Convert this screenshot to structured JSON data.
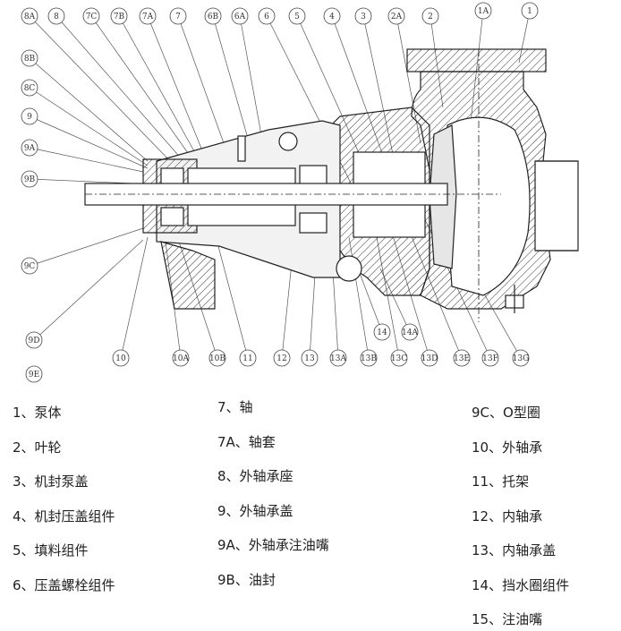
{
  "callouts": {
    "top": [
      "8A",
      "8",
      "7C",
      "7B",
      "7A",
      "7",
      "6B",
      "6A",
      "6",
      "5",
      "4",
      "3",
      "2A",
      "2",
      "1A",
      "1"
    ],
    "left": [
      "8B",
      "8C",
      "9",
      "9A",
      "9B",
      "9C",
      "9D",
      "9E"
    ],
    "bottom": [
      "10",
      "10A",
      "10B",
      "11",
      "12",
      "13",
      "13A",
      "13B",
      "13C",
      "13D",
      "13E",
      "13F",
      "13G",
      "14",
      "14A"
    ]
  },
  "legend": {
    "col1": [
      "1、泵体",
      "2、叶轮",
      "3、机封泵盖",
      "4、机封压盖组件",
      "5、填料组件",
      "6、压盖螺栓组件"
    ],
    "col2": [
      "7、轴",
      "7A、轴套",
      "8、外轴承座",
      "9、外轴承盖",
      "9A、外轴承注油嘴",
      "9B、油封"
    ],
    "col3": [
      "9C、O型圈",
      "10、外轴承",
      "11、托架",
      "12、内轴承",
      "13、内轴承盖",
      "14、挡水圈组件",
      "15、注油嘴"
    ]
  }
}
